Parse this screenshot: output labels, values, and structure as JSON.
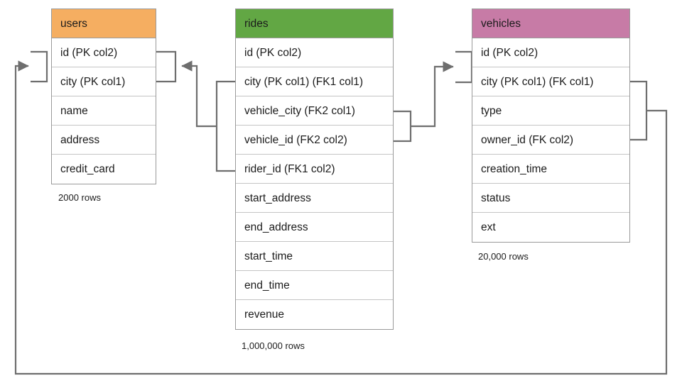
{
  "diagram": {
    "title": "database-schema-er-diagram",
    "background": "#ffffff",
    "line_color": "#6e6e6e"
  },
  "tables": [
    {
      "id": "users",
      "name": "users",
      "header_color": "#f5ae61",
      "row_count_label": "2000 rows",
      "columns": [
        "id (PK col2)",
        "city (PK col1)",
        "name",
        "address",
        "credit_card"
      ]
    },
    {
      "id": "rides",
      "name": "rides",
      "header_color": "#62a744",
      "row_count_label": "1,000,000 rows",
      "columns": [
        "id (PK col2)",
        "city (PK col1) (FK1 col1)",
        "vehicle_city (FK2 col1)",
        "vehicle_id (FK2 col2)",
        "rider_id (FK1 col2)",
        "start_address",
        "end_address",
        "start_time",
        "end_time",
        "revenue"
      ]
    },
    {
      "id": "vehicles",
      "name": "vehicles",
      "header_color": "#c77ba6",
      "row_count_label": "20,000 rows",
      "columns": [
        "id (PK col2)",
        "city (PK col1) (FK col1)",
        "type",
        "owner_id (FK col2)",
        "creation_time",
        "status",
        "ext"
      ]
    }
  ],
  "relationships": [
    {
      "id": "fk1-rides-to-users",
      "from_table": "rides",
      "from_columns": [
        "city (PK col1) (FK1 col1)",
        "rider_id (FK1 col2)"
      ],
      "to_table": "users",
      "to_columns": [
        "id (PK col2)",
        "city (PK col1)"
      ]
    },
    {
      "id": "fk2-rides-to-vehicles",
      "from_table": "rides",
      "from_columns": [
        "vehicle_city (FK2 col1)",
        "vehicle_id (FK2 col2)"
      ],
      "to_table": "vehicles",
      "to_columns": [
        "id (PK col2)",
        "city (PK col1) (FK col1)"
      ]
    },
    {
      "id": "fk-vehicles-to-users",
      "from_table": "vehicles",
      "from_columns": [
        "city (PK col1) (FK col1)",
        "owner_id (FK col2)"
      ],
      "to_table": "users",
      "to_columns": [
        "id (PK col2)",
        "city (PK col1)"
      ]
    }
  ]
}
